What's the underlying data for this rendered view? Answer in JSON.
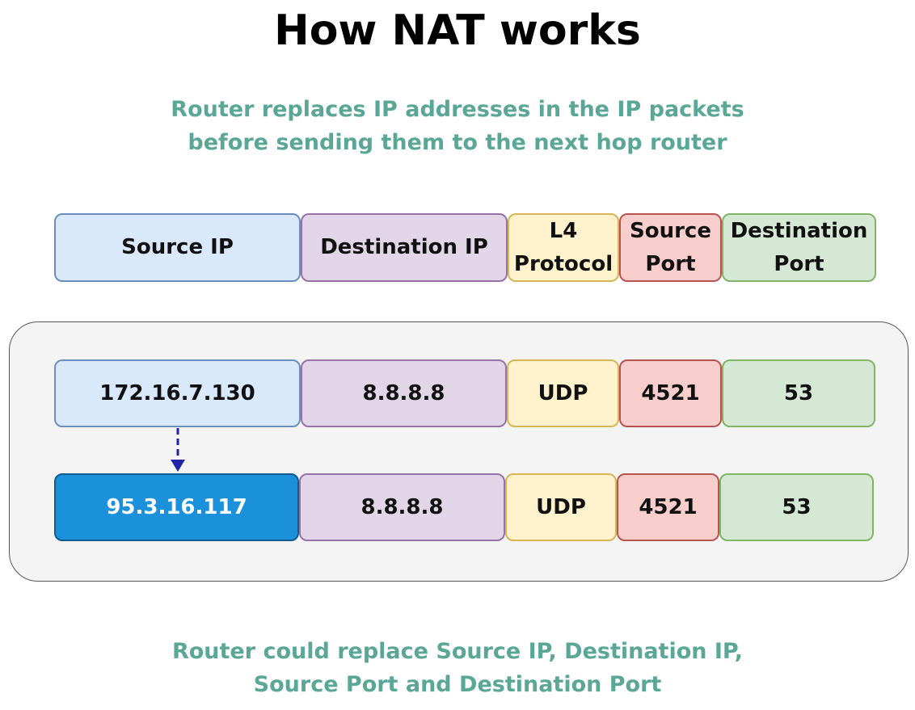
{
  "title": "How NAT works",
  "subtitle": {
    "line1": "Router replaces IP addresses in the IP packets",
    "line2": "before sending them to the next hop router"
  },
  "header": {
    "source_ip": "Source IP",
    "destination_ip": "Destination IP",
    "l4_protocol_line1": "L4",
    "l4_protocol_line2": "Protocol",
    "source_port_line1": "Source",
    "source_port_line2": "Port",
    "destination_port_line1": "Destination",
    "destination_port_line2": "Port"
  },
  "original_packet": {
    "source_ip": "172.16.7.130",
    "destination_ip": "8.8.8.8",
    "l4_protocol": "UDP",
    "source_port": "4521",
    "destination_port": "53"
  },
  "translated_packet": {
    "source_ip": "95.3.16.117",
    "destination_ip": "8.8.8.8",
    "l4_protocol": "UDP",
    "source_port": "4521",
    "destination_port": "53"
  },
  "footer": {
    "line1": "Router could replace Source IP, Destination IP,",
    "line2": "Source Port and Destination Port"
  },
  "colors": {
    "subtitle_text": "#5aa697",
    "source_ip_fill": "#dae8fc",
    "destination_ip_fill": "#e1d5e7",
    "l4_protocol_fill": "#fff2cc",
    "source_port_fill": "#f8cecc",
    "destination_port_fill": "#d5e8d4",
    "translated_ip_fill": "#1b91db",
    "arrow": "#2323aa"
  }
}
